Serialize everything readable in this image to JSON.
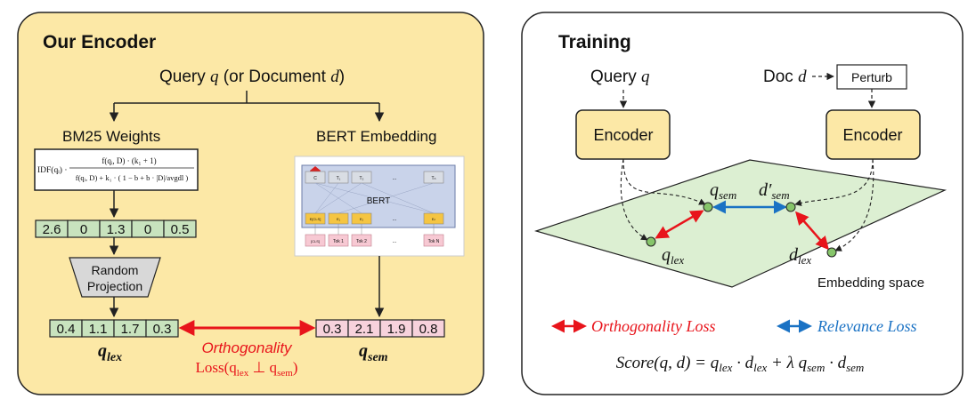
{
  "left_panel": {
    "title": "Our Encoder",
    "input_prefix": "Query",
    "input_q": "q",
    "input_mid": " (or Document ",
    "input_d": "d",
    "input_suffix": ")",
    "bm25_label": "BM25 Weights",
    "bert_label": "BERT Embedding",
    "bm25_formula": "IDF(qᵢ) · f(qᵢ, D) · (k₁ + 1) / ( f(qᵢ, D) + k₁ · (1 − b + b · |D| / avgdl) )",
    "bm25_formula_lhs": "IDF(qᵢ) ·",
    "bm25_formula_num": "f(qᵢ, D) · (k₁ + 1)",
    "bm25_formula_den": "f(qᵢ, D) + k₁ · ( 1 − b + b · |D|/avgdl )",
    "bm25_values": [
      "2.6",
      "0",
      "1.3",
      "0",
      "0.5"
    ],
    "projection_label_1": "Random",
    "projection_label_2": "Projection",
    "q_lex_values": [
      "0.4",
      "1.1",
      "1.7",
      "0.3"
    ],
    "q_sem_values": [
      "0.3",
      "2.1",
      "1.9",
      "0.8"
    ],
    "q_lex_base": "q",
    "q_lex_sub": "lex",
    "q_sem_base": "q",
    "q_sem_sub": "sem",
    "orth_line1": "Orthogonality",
    "orth_line2": "Loss(q",
    "orth_line2_sub1": "lex",
    "orth_line2_mid": " ⊥ q",
    "orth_line2_sub2": "sem",
    "orth_line2_end": ")",
    "bert": {
      "title": "BERT",
      "top_tokens": [
        "C",
        "T₁",
        "T₂",
        "...",
        "Tₙ"
      ],
      "emb_tokens": [
        "E[CLS]",
        "E₁",
        "E₂",
        "...",
        "Eₙ"
      ],
      "input_tokens": [
        "[CLS]",
        "Tok 1",
        "Tok 2",
        "...",
        "Tok N"
      ]
    },
    "colors": {
      "panel_fill": "#fce8a6",
      "green_cell": "#c8e3be",
      "pink_cell": "#f7d2dc",
      "loss_red": "#e8141b"
    }
  },
  "right_panel": {
    "title": "Training",
    "query_label": "Query",
    "query_var": "q",
    "doc_label": "Doc",
    "doc_var": "d",
    "perturb_label": "Perturb",
    "encoder_label": "Encoder",
    "points": {
      "q_sem": {
        "base": "q",
        "sub": "sem"
      },
      "d_sem": {
        "base": "d′",
        "sub": "sem"
      },
      "q_lex": {
        "base": "q",
        "sub": "lex"
      },
      "d_lex": {
        "base": "d",
        "sub": "lex"
      }
    },
    "space_label": "Embedding space",
    "legend": {
      "orth": "Orthogonality Loss",
      "rel": "Relevance Loss"
    },
    "score_formula": "Score(q, d) = q_lex · d_lex + λ q_sem · d_sem",
    "score_lhs": "Score(q, d) = q",
    "colors": {
      "encoder_fill": "#fce8a6",
      "plane_fill": "#dcefd2",
      "orth": "#e8141b",
      "rel": "#1a72c4",
      "point": "#86c56a"
    }
  }
}
